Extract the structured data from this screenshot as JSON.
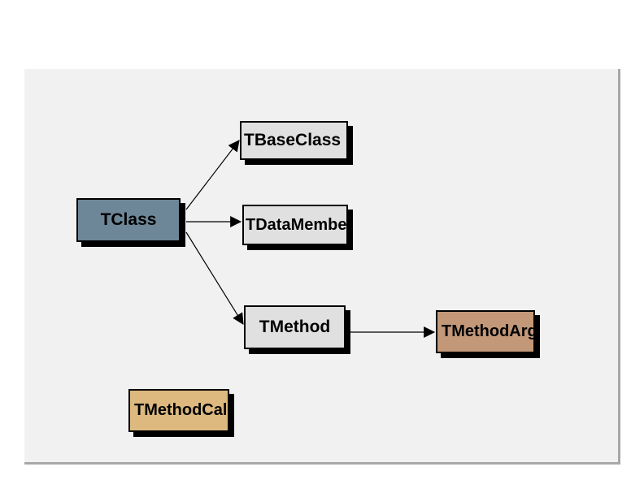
{
  "window": {
    "background": "#ffffff",
    "canvas_background": "#f1f1f1",
    "canvas_edge_color": "#a8a8a8"
  },
  "diagram": {
    "edge_color": "#000000",
    "shadow_color": "#000000",
    "text_color": "#000000",
    "nodes": [
      {
        "id": "tclass",
        "label": "TClass",
        "fill": "#6d8698"
      },
      {
        "id": "tbaseclass",
        "label": "TBaseClass",
        "fill": "#e0e0e0"
      },
      {
        "id": "tdatamember",
        "label": "TDataMember",
        "fill": "#e0e0e0"
      },
      {
        "id": "tmethod",
        "label": "TMethod",
        "fill": "#e0e0e0"
      },
      {
        "id": "tmethodarg",
        "label": "TMethodArg",
        "fill": "#c29879"
      },
      {
        "id": "tmethodcall",
        "label": "TMethodCall",
        "fill": "#ddb97f"
      }
    ],
    "edges": [
      {
        "from": "TClass",
        "to": "TBaseClass"
      },
      {
        "from": "TClass",
        "to": "TDataMember"
      },
      {
        "from": "TClass",
        "to": "TMethod"
      },
      {
        "from": "TMethod",
        "to": "TMethodArg"
      }
    ]
  }
}
